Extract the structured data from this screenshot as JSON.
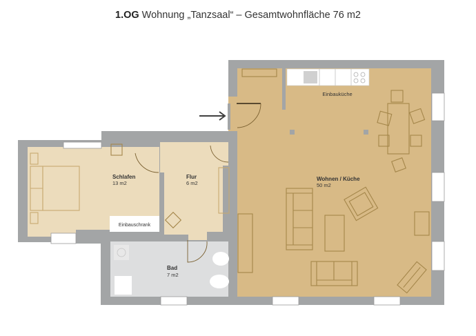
{
  "title": {
    "floor": "1.OG",
    "text": " Wohnung „Tanzsaal“ – Gesamtwohnfläche 76 m2"
  },
  "colors": {
    "wall": "#a3a5a6",
    "living_floor": "#d8ba86",
    "bedroom_floor": "#ecdcbc",
    "bath_floor": "#dddedf",
    "furniture_line": "#a4864a",
    "arrow": "#3f3f3f"
  },
  "rooms": [
    {
      "id": "wohnen",
      "name": "Wohnen / Küche",
      "area": "50 m2"
    },
    {
      "id": "schlafen",
      "name": "Schlafen",
      "area": "13 m2"
    },
    {
      "id": "flur",
      "name": "Flur",
      "area": "6 m2"
    },
    {
      "id": "bad",
      "name": "Bad",
      "area": "7 m2"
    }
  ],
  "labels": {
    "kitchen": "Einbauküche",
    "wardrobe": "Einbauschrank"
  },
  "entrance": {
    "icon": "arrow-right-icon"
  }
}
